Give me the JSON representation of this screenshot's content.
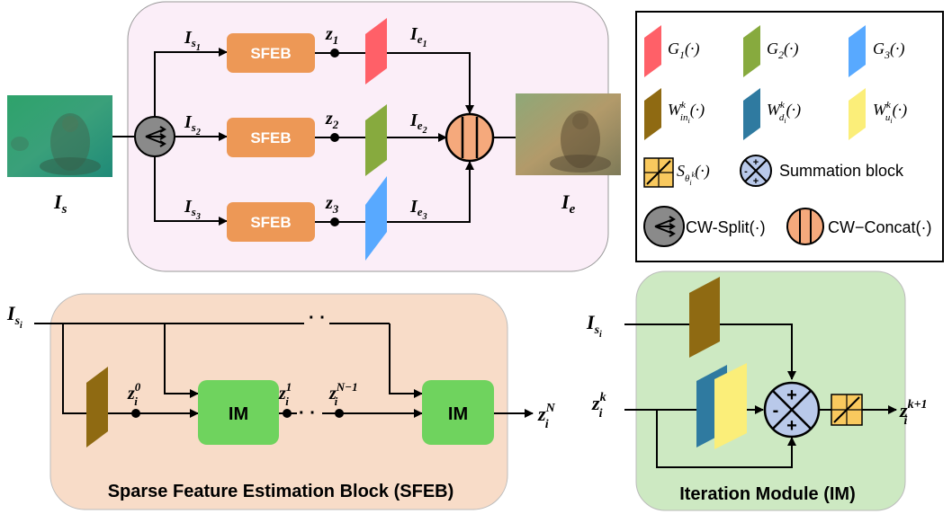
{
  "colors": {
    "top_panel_bg": "#fbeef8",
    "sfeb_panel_bg": "#f8dcc8",
    "im_panel_bg": "#cde9c2",
    "sfeb_block": "#ed9856",
    "im_block": "#6fd35e",
    "g1": "#ff6068",
    "g2": "#87aa3e",
    "g3": "#58a9ff",
    "w_in": "#8f6a12",
    "w_d": "#2f7aa0",
    "w_u": "#fbee79",
    "concat": "#f5a97c",
    "split": "#8a8a8a",
    "summation": "#b9c9ea",
    "threshold": "#f9c95e"
  },
  "top": {
    "input_label": "I_s",
    "output_label": "I_e",
    "block_label": "SFEB",
    "branches": [
      {
        "in": "I_s1",
        "z": "z_1",
        "out": "I_e1"
      },
      {
        "in": "I_s2",
        "z": "z_2",
        "out": "I_e2"
      },
      {
        "in": "I_s3",
        "z": "z_3",
        "out": "I_e3"
      }
    ]
  },
  "legend": {
    "g1": "G_1(·)",
    "g2": "G_2(·)",
    "g3": "G_3(·)",
    "w_in": "W^k_in_i(·)",
    "w_d": "W^k_d_i(·)",
    "w_u": "W^k_u_i(·)",
    "s_theta": "S_θ_i^k(·)",
    "summation": "Summation block",
    "split": "CW-Split(·)",
    "concat": "CW−Concat(·)"
  },
  "sfeb": {
    "title": "Sparse Feature Estimation Block (SFEB)",
    "input": "I_s_i",
    "z0": "z_i^0",
    "z1": "z_i^1",
    "zN1": "z_i^N−1",
    "zN": "z_i^N",
    "block_label": "IM",
    "dots": "· ·"
  },
  "im": {
    "title": "Iteration Module (IM)",
    "input": "I_s_i",
    "zk": "z_i^k",
    "zk1": "z_i^k+1"
  }
}
